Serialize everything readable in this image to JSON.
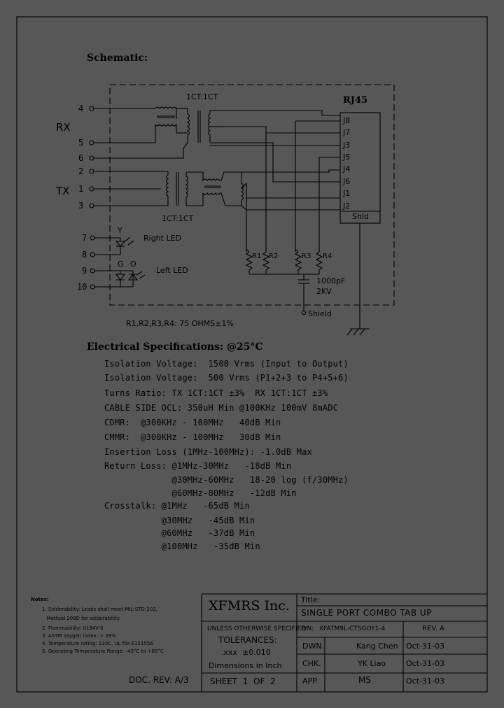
{
  "schematic": {
    "heading": "Schematic:",
    "connector_label": "RJ45",
    "transformer_top": "1CT:1CT",
    "transformer_bottom": "1CT:1CT",
    "group_rx": "RX",
    "group_tx": "TX",
    "pins_left": [
      "4",
      "5",
      "6",
      "2",
      "1",
      "3",
      "7",
      "8",
      "9",
      "10"
    ],
    "pins_right": [
      "J8",
      "J7",
      "J3",
      "J5",
      "J4",
      "J6",
      "J1",
      "J2"
    ],
    "shield_pin": "Shld",
    "led_right_color": "Y",
    "led_right_label": "Right LED",
    "led_left_colors": [
      "G",
      "O"
    ],
    "led_left_label": "Left LED",
    "resistors": [
      "R1",
      "R2",
      "R3",
      "R4"
    ],
    "capacitor_value": "1000pF",
    "capacitor_voltage": "2KV",
    "shield_label": "Shield",
    "resistor_note": "R1,R2,R3,R4: 75 OHMS±1%"
  },
  "electrical": {
    "heading": "Electrical  Specifications: @25°C",
    "lines": [
      "Isolation Voltage:  1500 Vrms (Input to Output)",
      "Isolation Voltage:  500 Vrms (P1+2+3 to P4+5+6)",
      "Turns Ratio: TX 1CT:1CT ±3%  RX 1CT:1CT ±3%",
      "CABLE SIDE OCL: 350uH Min @100KHz 100mV 8mADC",
      "CDMR:  @300KHz - 100MHz   40dB Min",
      "CMMR:  @300KHz - 100MHz   30dB Min",
      "Insertion Loss (1MHz-100MHz): -1.0dB Max",
      "Return Loss: @1MHz-30MHz   -18dB Min",
      "             @30MHz-60MHz   18-20 log (f/30MHz)",
      "             @60MHz-80MHz   -12dB Min",
      "Crosstalk: @1MHz   -65dB Min",
      "           @30MHz   -45dB Min",
      "           @60MHz   -37dB Min",
      "           @100MHz   -35dB Min"
    ]
  },
  "notes": {
    "heading": "Notes:",
    "items": [
      "1. Solderability: Leads shall meet MIL-STD-202,",
      "   Method 208D for solderability.",
      "2. Flammability: UL94V-0",
      "3. ASTM oxygen index: > 28%",
      "4. Temperature rating: 130C, UL file E151556",
      "5. Operating Temperature Range: -40°C to +85°C"
    ],
    "doc_rev": "DOC. REV: A/3"
  },
  "title_block": {
    "company": "XFMRS Inc.",
    "title_label": "Title:",
    "title": "SINGLE PORT COMBO TAB UP",
    "pn_label": "P/N:",
    "pn": "XFATM9L-CTSGOY1-4",
    "rev_label": "REV. A",
    "unless": "UNLESS OTHERWISE SPECIFIED",
    "tolerances": "TOLERANCES:",
    "tolerance_value": ".xxx  ±0.010",
    "dimensions": "Dimensions in Inch",
    "sheet": "SHEET  1  OF  2",
    "dwn_label": "DWN.",
    "dwn_name": "Kang Chen",
    "dwn_date": "Oct-31-03",
    "chk_label": "CHK.",
    "chk_name": "YK Liao",
    "chk_date": "Oct-31-03",
    "app_label": "APP.",
    "app_name": "MS",
    "app_date": "Oct-31-03"
  }
}
